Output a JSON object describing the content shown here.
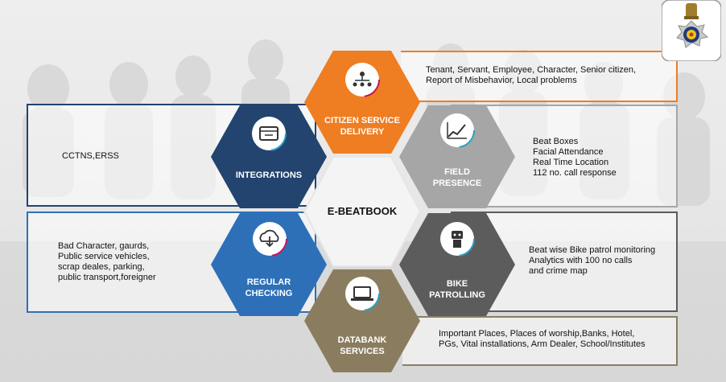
{
  "center": {
    "title": "E-BEATBOOK"
  },
  "segments": {
    "citizen": {
      "label": "CITIZEN SERVICE\nDELIVERY",
      "icon": "hierarchy-icon",
      "color": "#ef7d22",
      "details": "Tenant, Servant, Employee, Character, Senior citizen,\nReport of Misbehavior, Local problems"
    },
    "field": {
      "label": "FIELD\nPRESENCE",
      "icon": "chart-icon",
      "color": "#a6a6a6",
      "details": "Beat Boxes\nFacial Attendance\nReal Time Location\n112 no. call response"
    },
    "bike": {
      "label": "BIKE\nPATROLLING",
      "icon": "robot-icon",
      "color": "#5c5c5c",
      "details": "Beat wise Bike patrol monitoring\nAnalytics with 100 no calls\nand crime map"
    },
    "databank": {
      "label": "DATABANK\nSERVICES",
      "icon": "laptop-icon",
      "color": "#8a7d5f",
      "details": "Important Places, Places of worship,Banks, Hotel,\nPGs, Vital installations, Arm Dealer, School/Institutes"
    },
    "regular": {
      "label": "REGULAR\nCHECKING",
      "icon": "cloud-download-icon",
      "color": "#2e70b8",
      "details": "Bad Character, gaurds,\nPublic service vehicles,\nscrap deales, parking,\npublic transport,foreigner"
    },
    "integrations": {
      "label": "INTEGRATIONS",
      "icon": "browser-window-icon",
      "color": "#22446f",
      "details": "CCTNS,ERSS"
    }
  },
  "logo": {
    "name": "police-emblem-logo"
  }
}
